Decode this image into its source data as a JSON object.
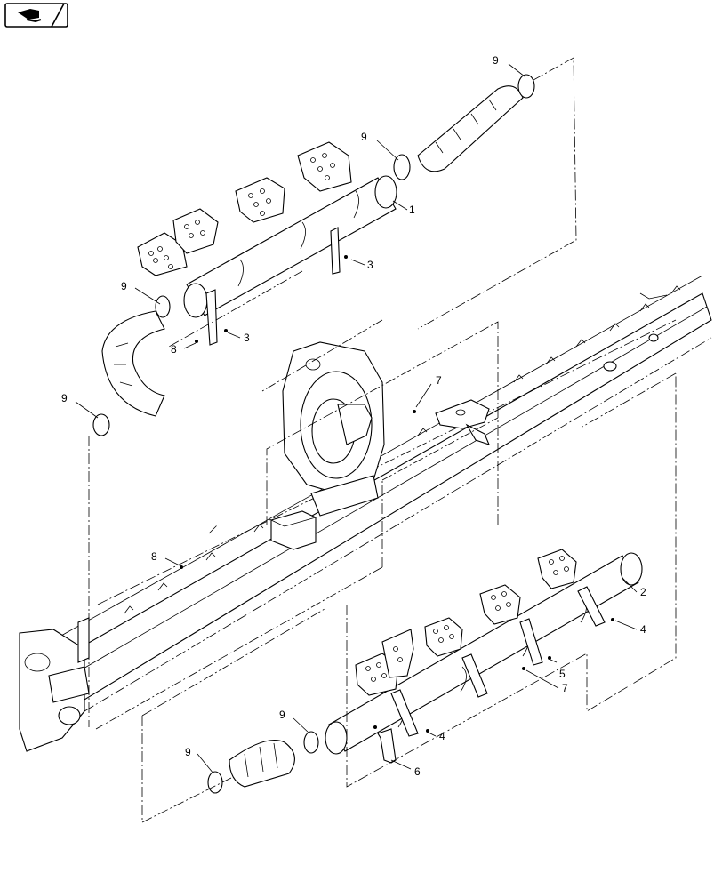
{
  "nav": {
    "icon": "back-arrow-icon"
  },
  "callouts": {
    "c1": "1",
    "c2": "2",
    "c3a": "3",
    "c3b": "3",
    "c4a": "4",
    "c4b": "4",
    "c5": "5",
    "c6": "6",
    "c7a": "7",
    "c7b": "7",
    "c8a": "8",
    "c8b": "8",
    "c9a": "9",
    "c9b": "9",
    "c9c": "9",
    "c9d": "9",
    "c9e": "9",
    "c9f": "9"
  }
}
